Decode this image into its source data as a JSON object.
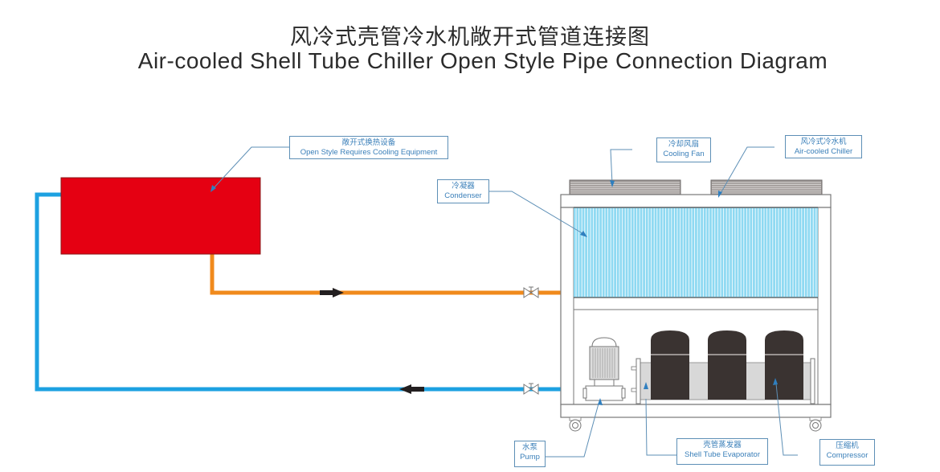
{
  "title": {
    "cn": "风冷式壳管冷水机敞开式管道连接图",
    "en": "Air-cooled Shell Tube Chiller Open Style Pipe Connection Diagram"
  },
  "colors": {
    "hot_pipe": "#f08a1c",
    "cold_pipe": "#1da1e1",
    "tank": "#e50012",
    "condenser": "#8ed9f2",
    "compressor": "#3a3331",
    "evaporator": "#d8d8d8",
    "callout_text": "#3a7fb9",
    "callout_line": "#5d8fb6"
  },
  "callouts": [
    {
      "id": "open-style-equipment",
      "cn": "敞开式换热设备",
      "en": "Open Style Requires Cooling Equipment"
    },
    {
      "id": "cooling-fan",
      "cn": "冷却风扇",
      "en": "Cooling Fan"
    },
    {
      "id": "air-cooled-chiller",
      "cn": "风冷式冷水机",
      "en": "Air-cooled Chiller"
    },
    {
      "id": "condenser",
      "cn": "冷凝器",
      "en": "Condenser"
    },
    {
      "id": "pump",
      "cn": "水泵",
      "en": "Pump"
    },
    {
      "id": "shell-tube-evaporator",
      "cn": "壳管蒸发器",
      "en": "Shell Tube Evaporator"
    },
    {
      "id": "compressor",
      "cn": "压缩机",
      "en": "Compressor"
    }
  ],
  "flow": {
    "outlet_pipe": "hot",
    "return_pipe": "cold",
    "valves": 2,
    "compressors": 3,
    "fans": 2
  },
  "icons": {
    "flow_arrow_right": "arrow-right-icon",
    "flow_arrow_left": "arrow-left-icon",
    "valve": "gate-valve-icon",
    "wheel": "caster-wheel-icon"
  }
}
